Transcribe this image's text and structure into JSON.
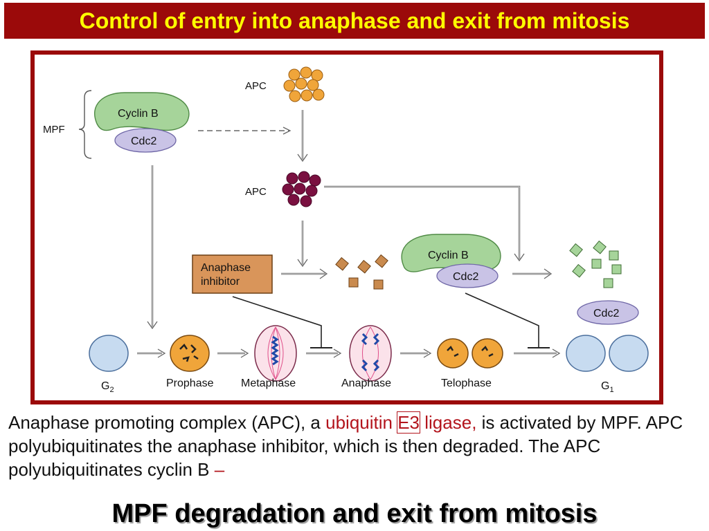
{
  "title": "Control of entry into anaphase and exit from mitosis",
  "diagram": {
    "mpf_label": "MPF",
    "cyclin_b": "Cyclin B",
    "cdc2": "Cdc2",
    "apc": "APC",
    "anaphase_inhibitor_line1": "Anaphase",
    "anaphase_inhibitor_line2": "inhibitor",
    "stages": {
      "g2": "G",
      "g2_sub": "2",
      "prophase": "Prophase",
      "metaphase": "Metaphase",
      "anaphase": "Anaphase",
      "telophase": "Telophase",
      "g1": "G",
      "g1_sub": "1"
    }
  },
  "caption": {
    "part1": "Anaphase promoting complex (APC), a ",
    "ubiquitin": "ubiquitin",
    "space": " ",
    "e3": "E3",
    "ligase": " ligase,",
    "part2": " is activated by MPF. APC polyubiquitinates the anaphase inhibitor, which is then degraded. The APC polyubiquitinates cyclin B ",
    "dash": "–"
  },
  "footer_title": "MPF degradation and exit from mitosis",
  "colors": {
    "title_bg": "#9b0a0a",
    "title_text": "#ffff00",
    "frame": "#9b0a0a",
    "cyclin_green": "#a6d49a",
    "cdc2_lavender": "#c9c3e6",
    "apc_inactive": "#f0a53a",
    "apc_active": "#7a1040",
    "inhibitor_box": "#d9955a",
    "fragment_brown": "#c98a4e",
    "fragment_green": "#a6d49a",
    "cell_blue": "#c7dbf0",
    "cell_orange": "#f0a53a",
    "red_text": "#b3141c"
  }
}
